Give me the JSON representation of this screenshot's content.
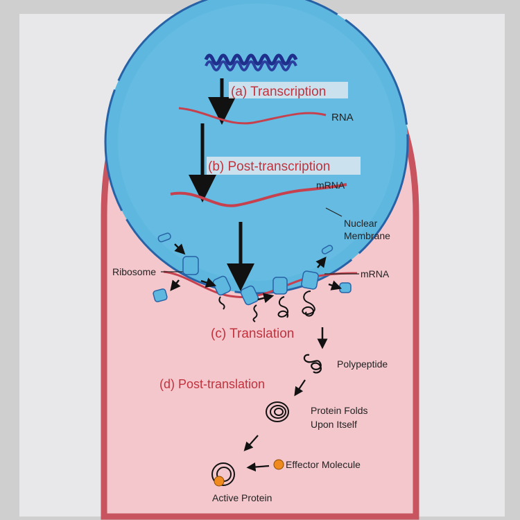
{
  "steps": {
    "transcription": "(a) Transcription",
    "post_transcription": "(b) Post-transcription",
    "translation": "(c) Translation",
    "post_translation": "(d) Post-translation"
  },
  "labels": {
    "rna": "RNA",
    "mrna_nucleus": "mRNA",
    "nuclear_membrane_line1": "Nuclear",
    "nuclear_membrane_line2": "Membrane",
    "ribosome": "Ribosome",
    "mrna_cytoplasm": "mRNA",
    "polypeptide": "Polypeptide",
    "protein_folds_line1": "Protein Folds",
    "protein_folds_line2": "Upon Itself",
    "effector_molecule": "Effector Molecule",
    "active_protein": "Active Protein"
  },
  "colors": {
    "background": "#cfcfcf",
    "paper": "#e8e8ea",
    "cell_fill": "#f3c7cc",
    "cell_border": "#c7545e",
    "nucleus_fill": "#5eb7de",
    "nucleus_border": "#2762a6",
    "strand": "#c6404d",
    "dna": "#1e2f8c",
    "ribosome": "#5eb7de",
    "effector": "#ef8a1f",
    "label_red": "#c2323d",
    "label_dark": "#222222"
  }
}
